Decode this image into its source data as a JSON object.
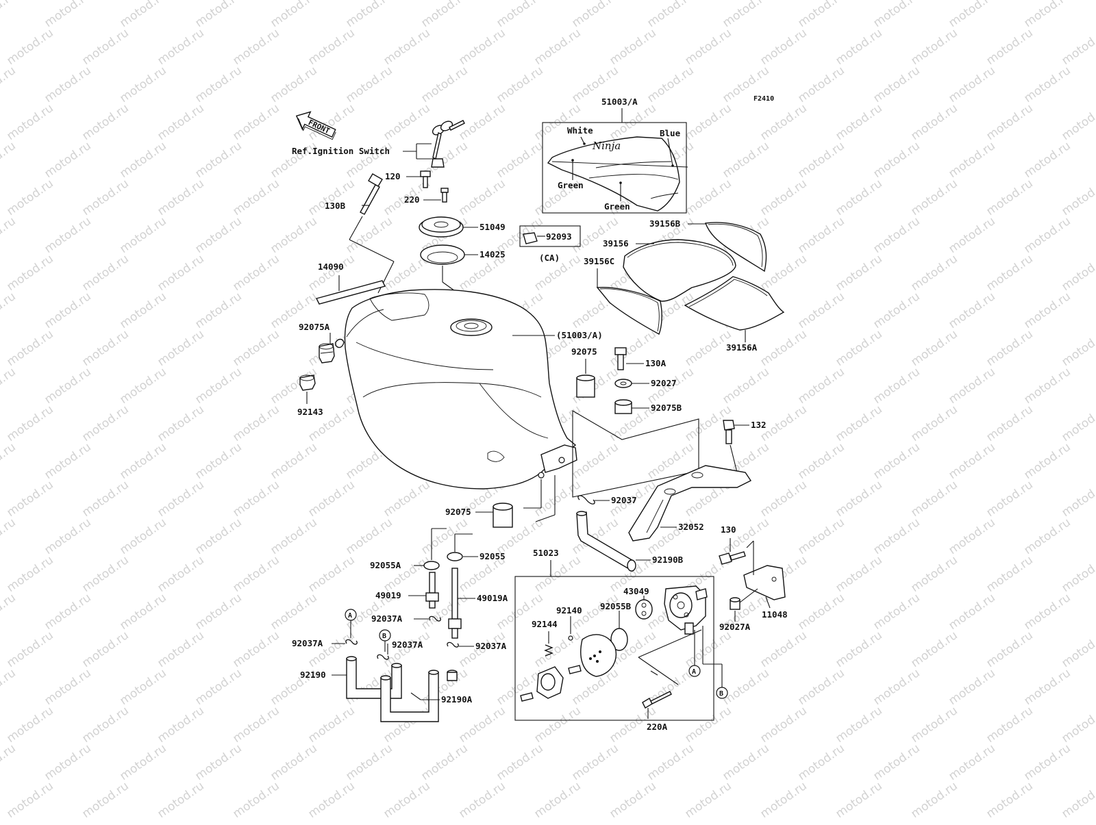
{
  "watermark": "motod.ru",
  "figure_code": "F2410",
  "front_label": "FRONT",
  "callouts": {
    "decal_set": "51003/A",
    "white": "White",
    "blue": "Blue",
    "green_left": "Green",
    "green_bottom": "Green",
    "ninja_logo": "Ninja",
    "ref_ignition": "Ref.Ignition Switch",
    "p120": "120",
    "p220": "220",
    "p130B": "130B",
    "p51049": "51049",
    "p14025": "14025",
    "p92093": "92093",
    "ca": "(CA)",
    "p39156B": "39156B",
    "p39156": "39156",
    "p39156C": "39156C",
    "p39156A": "39156A",
    "p14090": "14090",
    "p92075A": "92075A",
    "p92143": "92143",
    "tank_ref": "(51003/A)",
    "p92075_upper": "92075",
    "p130A": "130A",
    "p92027": "92027",
    "p92075B": "92075B",
    "p132": "132",
    "p92037": "92037",
    "p32052": "32052",
    "p92075_lower": "92075",
    "p92055A": "92055A",
    "p92055": "92055",
    "p92190B": "92190B",
    "p130": "130",
    "p51023": "51023",
    "p49019": "49019",
    "p49019A": "49019A",
    "p43049": "43049",
    "p92140": "92140",
    "p92055B": "92055B",
    "p92144": "92144",
    "p11048": "11048",
    "p92027A": "92027A",
    "p92037A_1": "92037A",
    "p92037A_2": "92037A",
    "p92037A_3": "92037A",
    "p92037A_4": "92037A",
    "p92190": "92190",
    "p92190A": "92190A",
    "p220A": "220A",
    "marker_A": "A",
    "marker_B": "B"
  }
}
